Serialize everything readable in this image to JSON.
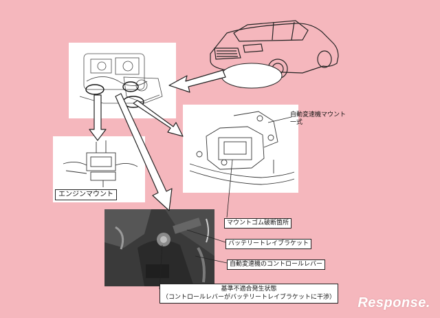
{
  "labels": {
    "engine_mount": "エンジンマウント",
    "transmission_mount": "自動変速機マウント\n一式",
    "mount_rubber_break": "マウントゴム破断箇所",
    "battery_tray_bracket": "バッテリートレイブラケット",
    "control_lever": "自動変速機のコントロールレバー",
    "nonconformity_title": "基準不適合発生状態",
    "nonconformity_detail": "（コントロールレバーがバッテリートレイブラケットに干渉）"
  },
  "logo": {
    "text": "Response."
  },
  "colors": {
    "background": "#f5b7bd",
    "panel": "#ffffff",
    "photo": "#3a3a3a"
  }
}
